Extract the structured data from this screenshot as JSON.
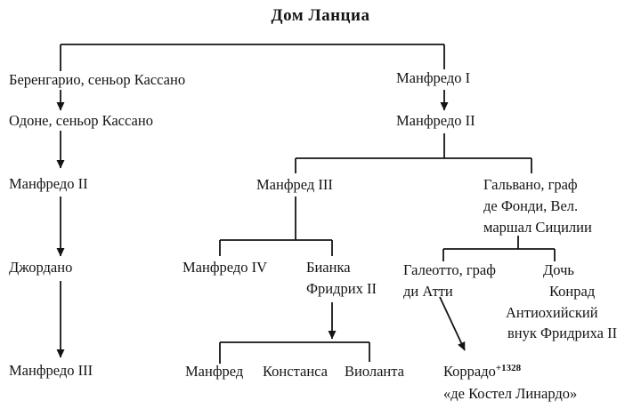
{
  "title": "Дом Ланциа",
  "left_branch": {
    "berengario": "Беренгарио, сеньор Кассано",
    "odone": "Одоне, сеньор Кассано",
    "manfredo_ii": "Манфредо II",
    "giordano": "Джордано",
    "manfredo_iii": "Манфредо III"
  },
  "right_branch": {
    "manfredo_i": "Манфредо I",
    "manfredo_ii": "Манфредо II",
    "manfred_iii": "Манфред III",
    "galvano": {
      "line1": "Гальвано, граф",
      "line2": "де Фонди, Вел.",
      "line3": "маршал Сицилии"
    },
    "manfred_iii_children": {
      "manfredo_iv": "Манфредо IV",
      "bianca": "Бианка",
      "fridrih_ii": "Фридрих II"
    },
    "bianca_children": {
      "manfred": "Манфред",
      "konstansa": "Констанса",
      "violanta": "Виоланта"
    },
    "galvano_children": {
      "galeotto": {
        "line1": "Галеотто, граф",
        "line2": "ди Атти"
      },
      "doch": {
        "line1": "Дочь",
        "line2": "Конрад",
        "line3": "Антиохийский",
        "line4": "внук Фридриха II"
      },
      "korrado": {
        "name": "Коррадо",
        "sup": "+1328",
        "line2": "«де Костел Линардо»"
      }
    }
  }
}
